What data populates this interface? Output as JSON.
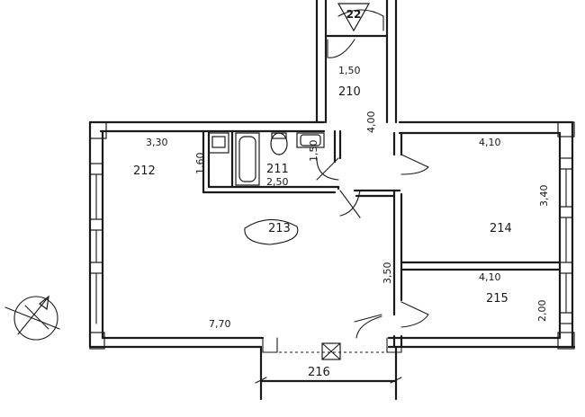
{
  "flat_number": "22",
  "rooms": [
    {
      "id": "210",
      "label": "210"
    },
    {
      "id": "211",
      "label": "211"
    },
    {
      "id": "212",
      "label": "212"
    },
    {
      "id": "213",
      "label": "213"
    },
    {
      "id": "214",
      "label": "214"
    },
    {
      "id": "215",
      "label": "215"
    },
    {
      "id": "216",
      "label": "216"
    }
  ],
  "dimensions": {
    "hall_width": "1,50",
    "hall_length": "4,00",
    "room212_width": "3,30",
    "bath_depth": "1,60",
    "bath_width": "2,50",
    "bath_side": "1,50",
    "room214_width": "4,10",
    "room214_depth": "3,40",
    "room213_depth": "3,50",
    "room215_width": "4,10",
    "room215_depth": "2,00",
    "room213_width": "7,70"
  },
  "north_arrow": "north-arrow"
}
